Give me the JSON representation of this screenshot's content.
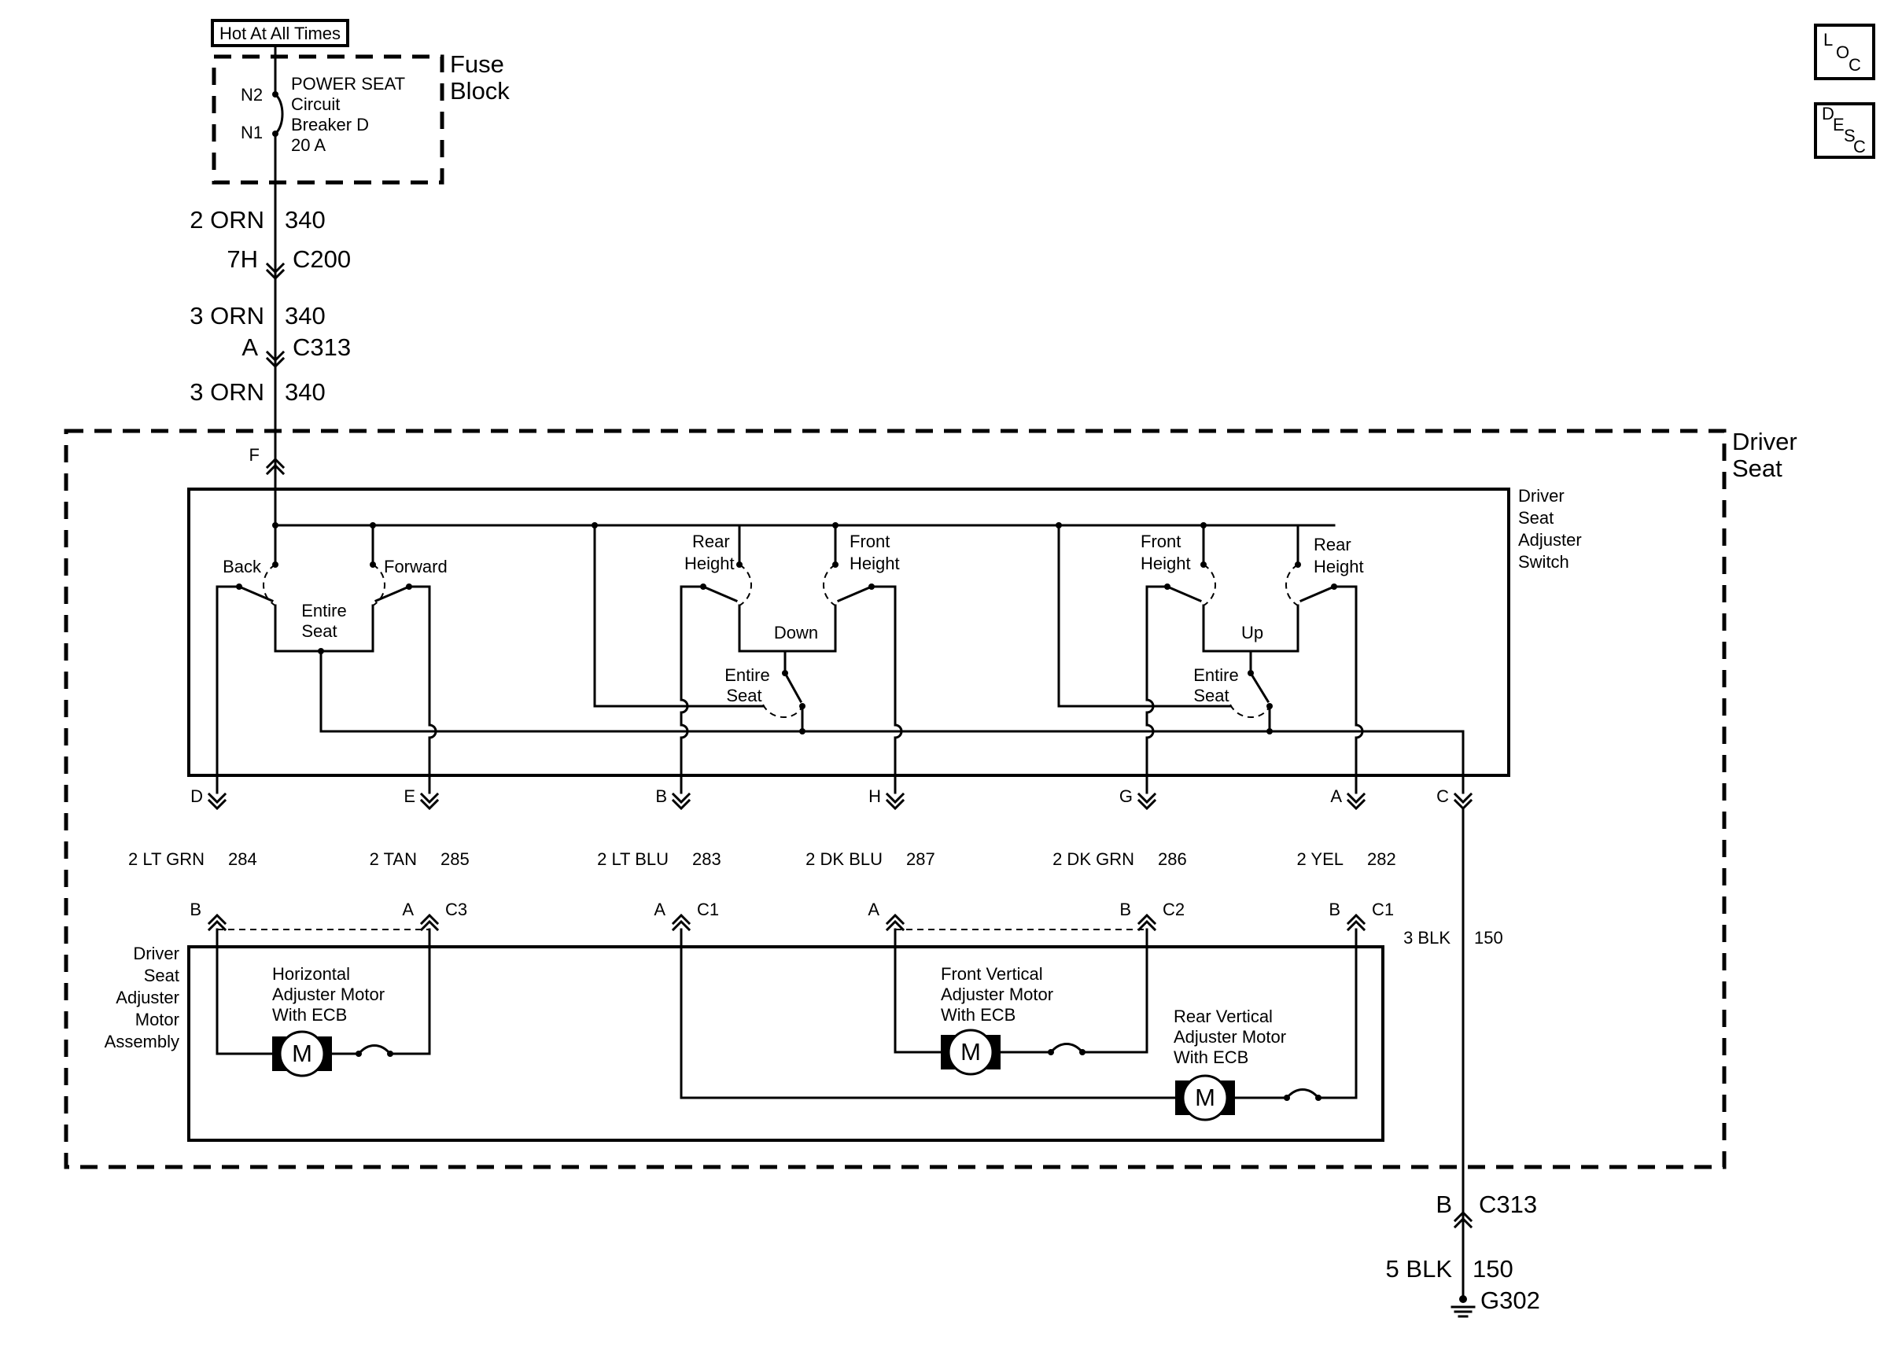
{
  "supply": {
    "hot_label": "Hot At All Times",
    "fuse_block_label": [
      "Fuse",
      "Block"
    ],
    "n2": "N2",
    "n1": "N1",
    "breaker_text": [
      "POWER SEAT",
      "Circuit",
      "Breaker D",
      "20 A"
    ]
  },
  "feed": {
    "w1_gauge_color": "2 ORN",
    "w1_circuit": "340",
    "c200_pin": "7H",
    "c200": "C200",
    "w2_gauge_color": "3 ORN",
    "w2_circuit": "340",
    "c313_pin": "A",
    "c313": "C313",
    "w3_gauge_color": "3 ORN",
    "w3_circuit": "340"
  },
  "driver_seat_label": [
    "Driver",
    "Seat"
  ],
  "switch": {
    "label": [
      "Driver",
      "Seat",
      "Adjuster",
      "Switch"
    ],
    "input_pin": "F",
    "back": "Back",
    "forward": "Forward",
    "entire_seat_1": [
      "Entire",
      "Seat"
    ],
    "rear_height_1": [
      "Rear",
      "Height"
    ],
    "front_height_1": [
      "Front",
      "Height"
    ],
    "down": "Down",
    "entire_seat_2": [
      "Entire",
      "Seat"
    ],
    "front_height_2": [
      "Front",
      "Height"
    ],
    "rear_height_2": [
      "Rear",
      "Height"
    ],
    "up": "Up",
    "entire_seat_3": [
      "Entire",
      "Seat"
    ]
  },
  "outputs": [
    {
      "pin": "D",
      "wire": "2 LT GRN",
      "circuit": "284",
      "motor_pin": "B"
    },
    {
      "pin": "E",
      "wire": "2 TAN",
      "circuit": "285",
      "motor_pin": "A"
    },
    {
      "pin": "B",
      "wire": "2 LT BLU",
      "circuit": "283",
      "motor_pin": "A"
    },
    {
      "pin": "H",
      "wire": "2 DK BLU",
      "circuit": "287",
      "motor_pin": "A"
    },
    {
      "pin": "G",
      "wire": "2 DK GRN",
      "circuit": "286",
      "motor_pin": "B"
    },
    {
      "pin": "A",
      "wire": "2 YEL",
      "circuit": "282",
      "motor_pin": "B"
    },
    {
      "pin": "C",
      "wire": "3 BLK",
      "circuit": "150"
    }
  ],
  "connectors": {
    "c3": "C3",
    "c1a": "C1",
    "c2": "C2",
    "c1b": "C1"
  },
  "motor_assembly": {
    "label": [
      "Driver",
      "Seat",
      "Adjuster",
      "Motor",
      "Assembly"
    ],
    "horizontal": [
      "Horizontal",
      "Adjuster Motor",
      "With ECB"
    ],
    "front_vertical": [
      "Front Vertical",
      "Adjuster Motor",
      "With ECB"
    ],
    "rear_vertical": [
      "Rear Vertical",
      "Adjuster Motor",
      "With ECB"
    ],
    "motor_symbol": "M"
  },
  "ground": {
    "c313_pin": "B",
    "c313": "C313",
    "wire": "5 BLK",
    "circuit": "150",
    "ground_id": "G302"
  },
  "nav_icons": {
    "loc": [
      "L",
      "O",
      "C"
    ],
    "desc": [
      "D",
      "E",
      "S",
      "C"
    ]
  }
}
